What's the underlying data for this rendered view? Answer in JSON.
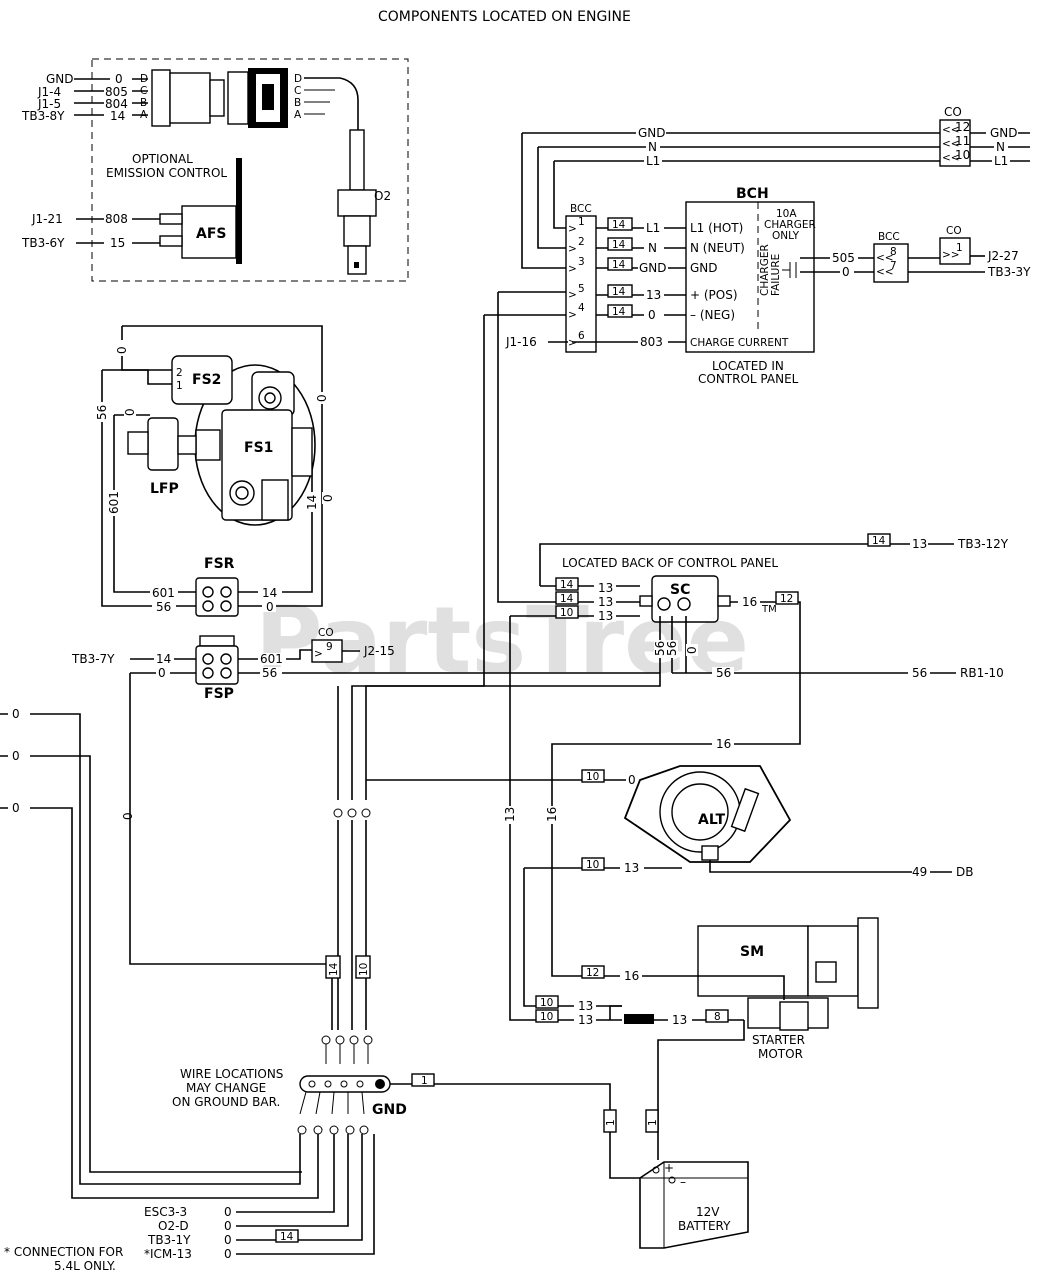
{
  "title": "COMPONENTS LOCATED ON ENGINE",
  "watermark": "PartsTree",
  "trademark": "TM",
  "emission": {
    "section_label": [
      "OPTIONAL",
      "EMISSION CONTROL"
    ],
    "o2_sensor": "O2",
    "afs": "AFS",
    "connector_pins": [
      "D",
      "C",
      "B",
      "A"
    ],
    "left_wires": [
      {
        "from": "GND",
        "wire": "0"
      },
      {
        "from": "J1-4",
        "wire": "805"
      },
      {
        "from": "J1-5",
        "wire": "804"
      },
      {
        "from": "TB3-8Y",
        "wire": "14"
      }
    ],
    "afs_wires": [
      {
        "from": "J1-21",
        "wire": "808"
      },
      {
        "from": "TB3-6Y",
        "wire": "15"
      }
    ]
  },
  "co_top": {
    "label": "CO",
    "pins": [
      "12",
      "11",
      "10"
    ],
    "wires": [
      "GND",
      "N",
      "L1"
    ],
    "right_labels": [
      "GND",
      "N",
      "L1"
    ]
  },
  "bcc": {
    "label": "BCC",
    "pins": [
      "1",
      "2",
      "3",
      "5",
      "4",
      "6"
    ],
    "wire_tags": [
      "14",
      "14",
      "14",
      "14",
      "14"
    ],
    "input_label": "J1-16"
  },
  "bch": {
    "label": "BCH",
    "fuse_label": [
      "10A",
      "CHARGER",
      "ONLY"
    ],
    "terminals": [
      "L1  (HOT)",
      "N  (NEUT)",
      "GND",
      "+  (POS)",
      "–  (NEG)",
      "CHARGE CURRENT"
    ],
    "wires": [
      "L1",
      "N",
      "GND",
      "13",
      "0",
      "803"
    ],
    "failure_label": [
      "CHARGER",
      "FAILURE"
    ],
    "location": [
      "LOCATED IN",
      "CONTROL PANEL"
    ]
  },
  "bcc_right": {
    "label": "BCC",
    "pins": [
      "8",
      "7"
    ],
    "wires": [
      "505",
      "0"
    ],
    "co_label": "CO",
    "co_pin": "1",
    "outputs": [
      "J2-27",
      "TB3-3Y"
    ]
  },
  "fuel": {
    "fs1": "FS1",
    "fs2": "FS2",
    "lfp": "LFP",
    "fsr": "FSR",
    "fsp": "FSP",
    "fs2_pins": [
      "2",
      "1"
    ],
    "wire_labels": [
      "0",
      "56",
      "0",
      "0",
      "601",
      "14",
      "0"
    ],
    "fsr_wires": {
      "left": [
        "601",
        "56"
      ],
      "right": [
        "14",
        "0"
      ]
    },
    "fsp_wires": {
      "left": [
        "14",
        "0"
      ],
      "right": [
        "601",
        "56"
      ]
    },
    "fsp_inputs": [
      "TB3-7Y"
    ],
    "co_label": "CO",
    "co_pin": "9",
    "co_output": "J2-15"
  },
  "starter_contactor": {
    "label": "SC",
    "location": "LOCATED BACK OF CONTROL PANEL",
    "tags": [
      "14",
      "14",
      "10",
      "12"
    ],
    "wires": [
      "13",
      "13",
      "13",
      "16"
    ],
    "top_wire": {
      "tag": "14",
      "wire": "13",
      "dest": "TB3-12Y"
    },
    "vertical_labels": [
      "56",
      "56",
      "0"
    ],
    "wire_56_dest": {
      "wire": "56",
      "dest": "RB1-10"
    },
    "wire_16": "16"
  },
  "alternator": {
    "label": "ALT",
    "tags": [
      "10",
      "10"
    ],
    "wires": [
      "0",
      "13"
    ],
    "output": {
      "wire": "49",
      "dest": "DB"
    },
    "vertical_labels": [
      "13",
      "16"
    ]
  },
  "starter_motor": {
    "label": "SM",
    "caption": [
      "STARTER",
      "MOTOR"
    ],
    "tags": [
      "12",
      "10",
      "10",
      "8"
    ],
    "wires": [
      "16",
      "13",
      "13",
      "13"
    ]
  },
  "ground": {
    "label": "GND",
    "note": [
      "WIRE LOCATIONS",
      "MAY CHANGE",
      "ON GROUND BAR."
    ],
    "tag": "1",
    "vertical_wires": [
      "0",
      "0",
      "0",
      "0"
    ],
    "vertical_tags": [
      "14",
      "10"
    ]
  },
  "battery": {
    "label": [
      "12V",
      "BATTERY"
    ],
    "plus": "+",
    "minus": "–",
    "tags": [
      "1",
      "1"
    ]
  },
  "left_edge_wires": [
    "0",
    "0",
    "0"
  ],
  "bottom_wires": [
    {
      "from": "ESC3-3",
      "wire": "0"
    },
    {
      "from": "O2-D",
      "wire": "0"
    },
    {
      "from": "TB3-1Y",
      "wire": "0"
    },
    {
      "from": "*ICM-13",
      "wire": "0"
    }
  ],
  "bottom_tag": "14",
  "footnote": [
    "* CONNECTION FOR",
    "5.4L ONLY."
  ]
}
